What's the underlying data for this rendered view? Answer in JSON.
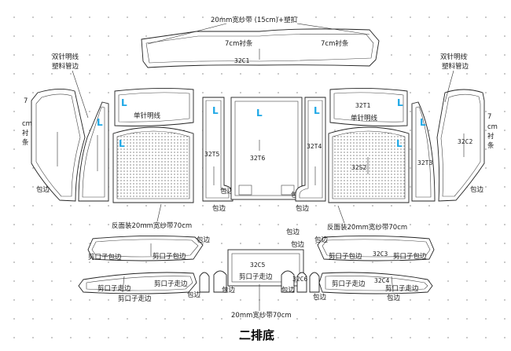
{
  "title": "二排底",
  "top": {
    "band_label": "20mm宽纱带 (15cm)+塑扣",
    "liner_left": "7cm衬条",
    "liner_right": "7cm衬条",
    "code": "32C1"
  },
  "left_note": {
    "line1": "双针明线",
    "line2": "塑料管边"
  },
  "right_note": {
    "line1": "双针明线",
    "line2": "塑料管边"
  },
  "left_side": {
    "liner_7": "7",
    "liner_cm": "cm",
    "liner_chen": "衬",
    "liner_tiao": "条",
    "edge": "包边"
  },
  "right_side": {
    "code": "32C2",
    "liner_7": "7",
    "liner_cm": "cm",
    "liner_chen": "衬",
    "liner_tiao": "条",
    "edge": "包边"
  },
  "markers": {
    "L": "L"
  },
  "single_stitch_left": "单针明线",
  "single_stitch_right": "单针明线",
  "codes": {
    "t5": "32T5",
    "t6": "32T6",
    "t4": "32T4",
    "t1": "32T1",
    "s2": "32S2",
    "t3": "32T3",
    "c3": "32C3",
    "c4": "32C4",
    "c5": "32C5",
    "c6": "32C6"
  },
  "edges": {
    "e1": "包边",
    "e2": "包边",
    "e3": "包边",
    "e4": "包边",
    "e5": "包边",
    "e6": "包边",
    "e7": "包边",
    "e8": "包边",
    "e9": "包边",
    "e10": "包边",
    "e11": "包边",
    "e12": "包边",
    "e13": "包边"
  },
  "back_left": "反面装20mm宽纱带70cm",
  "back_right": "反面装20mm宽纱带70cm",
  "cut_edge": {
    "a": "剪口子包边",
    "b": "剪口子包边",
    "c": "剪口子包边",
    "d": "剪口子包边"
  },
  "cut_walk": {
    "a": "剪口子走边",
    "b": "剪口子走边",
    "c": "剪口子走边",
    "d": "剪口子走边",
    "e": "剪口子走边",
    "f": "剪口子走边"
  },
  "bottom_band": "20mm宽纱带70cm"
}
